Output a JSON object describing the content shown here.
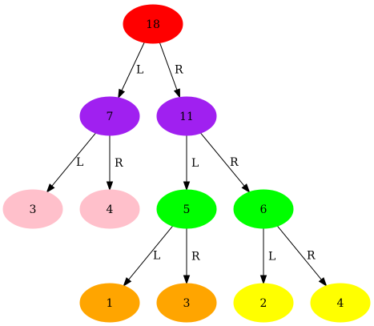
{
  "nodes": [
    {
      "id": "n18",
      "label": "18",
      "color": "#ff0000"
    },
    {
      "id": "n7",
      "label": "7",
      "color": "#a020f0"
    },
    {
      "id": "n11",
      "label": "11",
      "color": "#a020f0"
    },
    {
      "id": "n3a",
      "label": "3",
      "color": "#ffc0cb"
    },
    {
      "id": "n4a",
      "label": "4",
      "color": "#ffc0cb"
    },
    {
      "id": "n5",
      "label": "5",
      "color": "#00ff00"
    },
    {
      "id": "n6",
      "label": "6",
      "color": "#00ff00"
    },
    {
      "id": "n1",
      "label": "1",
      "color": "#ffa500"
    },
    {
      "id": "n3b",
      "label": "3",
      "color": "#ffa500"
    },
    {
      "id": "n2",
      "label": "2",
      "color": "#ffff00"
    },
    {
      "id": "n4b",
      "label": "4",
      "color": "#ffff00"
    }
  ],
  "edges": [
    {
      "from": "n18",
      "to": "n7",
      "label": "L"
    },
    {
      "from": "n18",
      "to": "n11",
      "label": "R"
    },
    {
      "from": "n7",
      "to": "n3a",
      "label": "L"
    },
    {
      "from": "n7",
      "to": "n4a",
      "label": "R"
    },
    {
      "from": "n11",
      "to": "n5",
      "label": "L"
    },
    {
      "from": "n11",
      "to": "n6",
      "label": "R"
    },
    {
      "from": "n5",
      "to": "n1",
      "label": "L"
    },
    {
      "from": "n5",
      "to": "n3b",
      "label": "R"
    },
    {
      "from": "n6",
      "to": "n2",
      "label": "L"
    },
    {
      "from": "n6",
      "to": "n4b",
      "label": "R"
    }
  ]
}
